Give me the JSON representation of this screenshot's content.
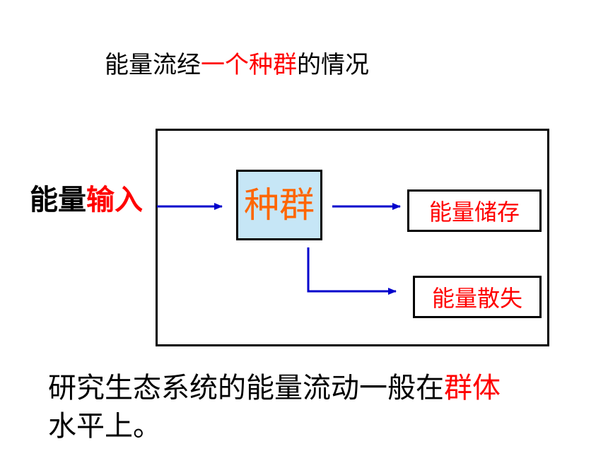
{
  "title": {
    "part1": "能量流经",
    "highlight": "一个种群",
    "part2": "的情况"
  },
  "input_label": {
    "part1": "能量",
    "highlight": "输入"
  },
  "population_label": "种群",
  "outputs": {
    "storage": "能量储存",
    "loss": "能量散失"
  },
  "note": {
    "part1": "研究生态系统的能量流动一般在",
    "highlight": "群体",
    "part2": "水平上。"
  },
  "colors": {
    "arrow": "#0000cc",
    "highlight": "#ff0000",
    "population_text": "#ff6600",
    "population_fill": "#c6e6f6"
  }
}
